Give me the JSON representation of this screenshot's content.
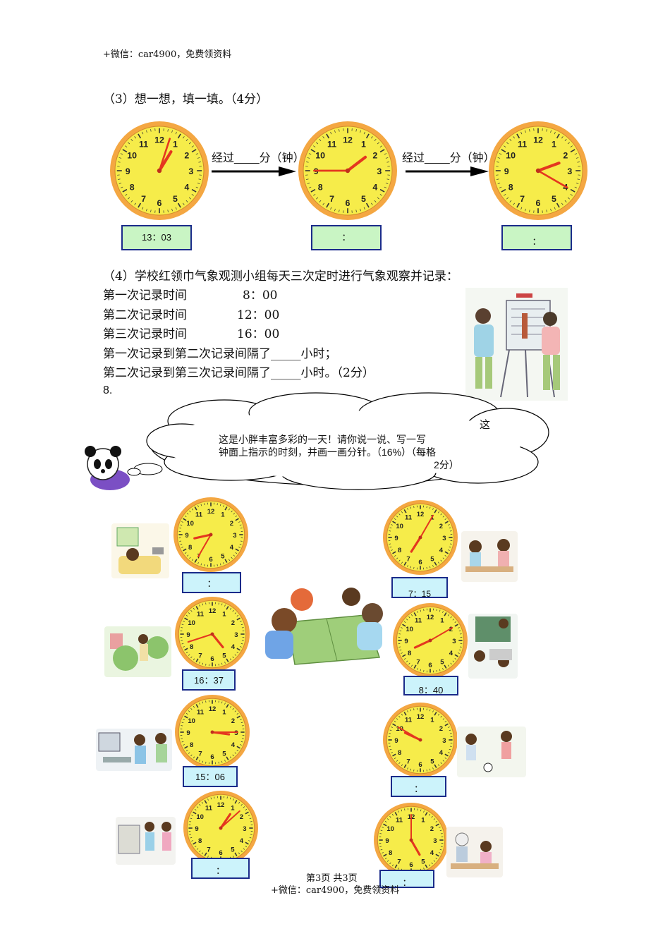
{
  "header": {
    "watermark": "+微信：car4900，免费领资料"
  },
  "q3": {
    "title": "（3）想一想，填一填。（4分）",
    "arrow_label_1": "经过____分（钟）",
    "arrow_label_2": "经过____分（钟）",
    "times": [
      "13：03",
      "：",
      "："
    ],
    "clocks": [
      {
        "hour": 1,
        "minute": 3
      },
      {
        "hour": 1,
        "minute": 45
      },
      {
        "hour": 2,
        "minute": 20
      }
    ]
  },
  "q4": {
    "title": "（4）学校红领巾气象观测小组每天三次定时进行气象观察并记录：",
    "rows": [
      {
        "label": "第一次记录时间",
        "time": "8：00"
      },
      {
        "label": "第二次记录时间",
        "time": "12：00"
      },
      {
        "label": "第三次记录时间",
        "time": "16：00"
      }
    ],
    "line_1": "第一次记录到第二次记录间隔了_____小时；",
    "line_2": "第二次记录到第三次记录间隔了_____小时。（2分）"
  },
  "q8": {
    "number": "8.",
    "cloud_line_1": "这是小胖丰富多彩的一天！请你说一说、写一写",
    "cloud_line_2": "钟面上指示的时刻，并画一画分针。（16%）（每格",
    "cloud_line_3": "2分）",
    "cloud_top": "这",
    "left_times": [
      "：",
      "16：37",
      "15：06",
      "："
    ],
    "right_times": [
      "7：15",
      "8：40",
      "：",
      "："
    ],
    "left_clocks": [
      {
        "hour": 8,
        "minute": 35
      },
      {
        "hour": 4,
        "minute": 42
      },
      {
        "hour": 3,
        "minute": 15
      },
      {
        "hour": 1,
        "minute": 8
      }
    ],
    "right_clocks": [
      {
        "hour": 7,
        "minute": 5
      },
      {
        "hour": 8,
        "minute": 10
      },
      {
        "hour": 9,
        "minute": 50
      },
      {
        "hour": 5,
        "minute": 0
      }
    ]
  },
  "footer": {
    "page": "第3页 共3页",
    "watermark": "+微信：car4900，免费领资料"
  }
}
